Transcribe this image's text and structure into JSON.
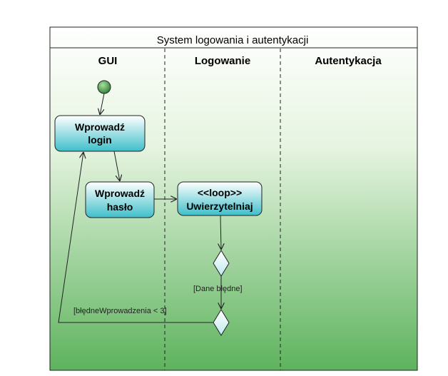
{
  "diagram": {
    "title": "System logowania i autentykacji",
    "lanes": [
      "GUI",
      "Logowanie",
      "Autentykacja"
    ],
    "activities": {
      "login": [
        "Wprowadź",
        "login"
      ],
      "haslo": [
        "Wprowadź",
        "hasło"
      ],
      "auth": [
        "<<loop>>",
        "Uwierzytelniaj"
      ]
    },
    "guards": {
      "dane_bledne": "[Dane błędne]",
      "bledne_wprowadzenia": "[błędneWprowadzenia < 3]"
    }
  },
  "colors": {
    "background_top": "#ffffff",
    "background_bottom": "#5db35d",
    "activity_top": "#ffffff",
    "activity_bottom": "#3ebfca",
    "node_fill": "#dff5f7",
    "initial_node": "#2e8b3a",
    "line": "#222222"
  }
}
